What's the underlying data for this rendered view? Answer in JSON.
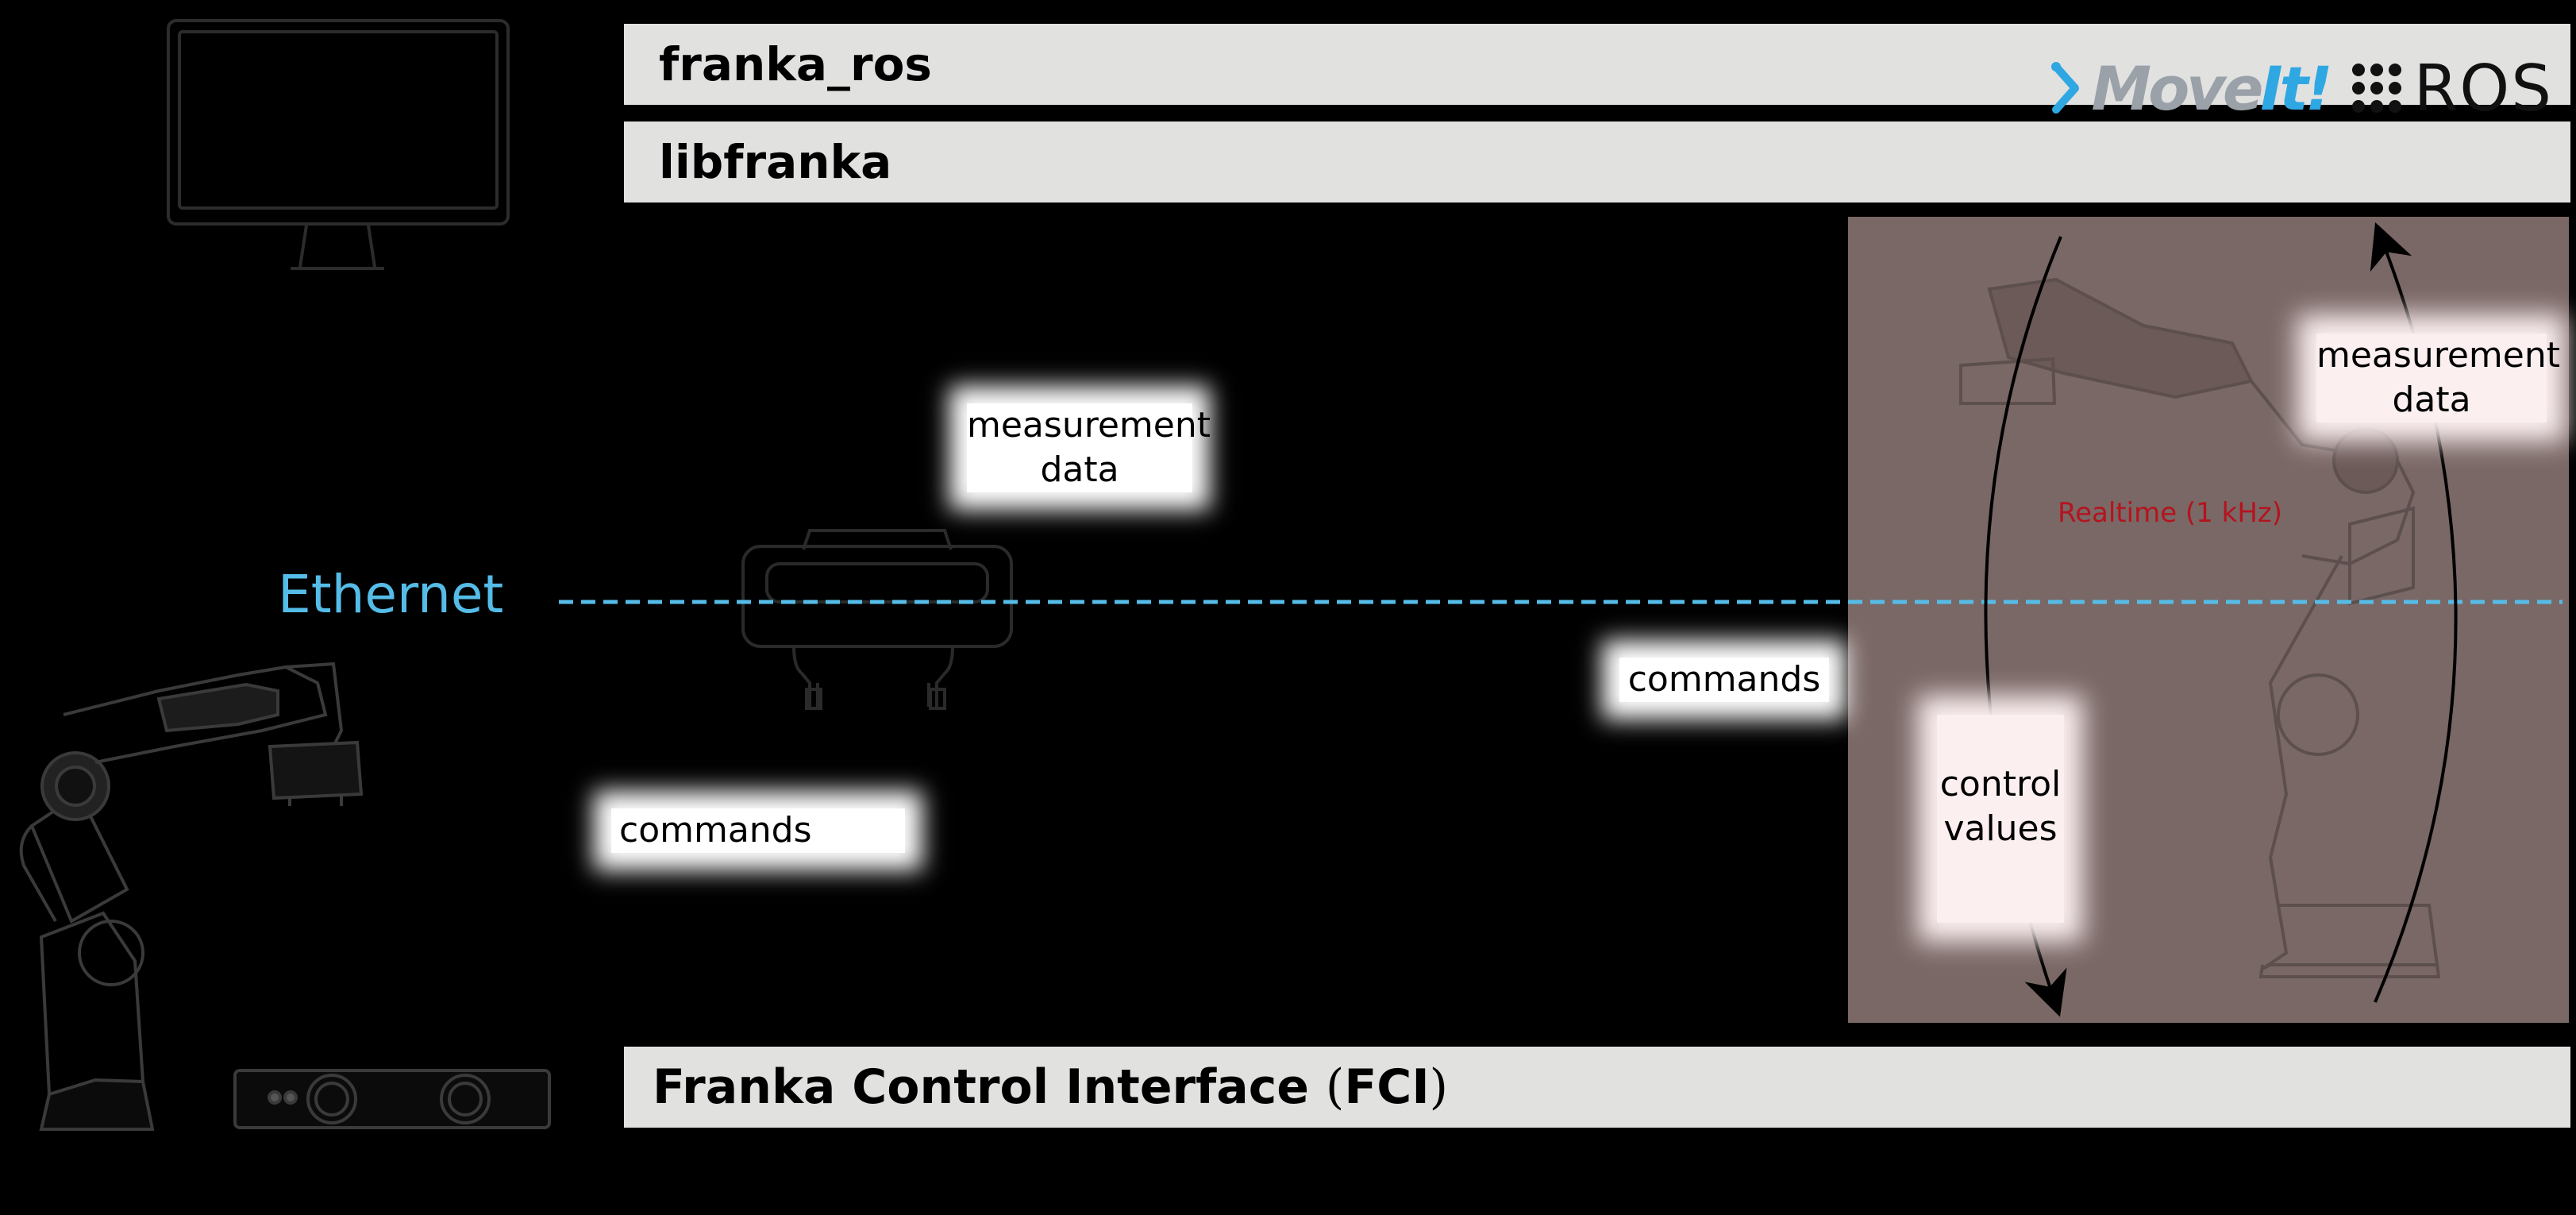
{
  "layers": {
    "franka_ros": "franka_ros",
    "libfranka": "libfranka",
    "fci_main": "Franka Control Interface",
    "fci_open": "(",
    "fci_abbrev": "FCI",
    "fci_close": ")"
  },
  "logos": {
    "moveit_move": "Move",
    "moveit_it": "It!",
    "ros": "ROS"
  },
  "network": {
    "ethernet_label": "Ethernet"
  },
  "labels": {
    "measurement_data_left": [
      "measurement",
      "data"
    ],
    "commands_left": "commands",
    "commands_right": "commands",
    "measurement_data_right": [
      "measurement",
      "data"
    ],
    "control_values": [
      "control",
      "values"
    ],
    "realtime": "Realtime (1 kHz)"
  },
  "colors": {
    "background": "#000000",
    "layer_fill": "#e1e1df",
    "realtime_panel": "#7a6866",
    "ethernet": "#55bce8",
    "realtime_text": "#b4141e",
    "moveit_blue": "#2fa7e3"
  },
  "icons": [
    "monitor-icon",
    "gripper-icon",
    "robot-arm-icon",
    "controller-box-icon",
    "moveit-logo-icon",
    "ros-logo-icon"
  ]
}
